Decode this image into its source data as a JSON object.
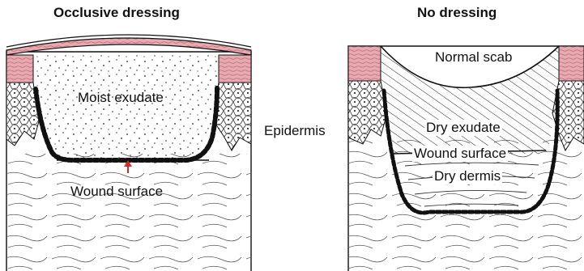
{
  "left_panel": {
    "title": "Occlusive dressing",
    "labels": {
      "moist_exudate": "Moist exudate",
      "wound_surface": "Wound surface"
    }
  },
  "center_label": "Epidermis",
  "right_panel": {
    "title": "No dressing",
    "labels": {
      "normal_scab": "Normal scab",
      "dry_exudate": "Dry exudate",
      "wound_surface": "Wound surface",
      "dry_dermis": "Dry dermis"
    }
  },
  "colors": {
    "epidermis_pink": "#e8aab0",
    "arrow_red": "#d22a2a",
    "ink": "#111111"
  }
}
